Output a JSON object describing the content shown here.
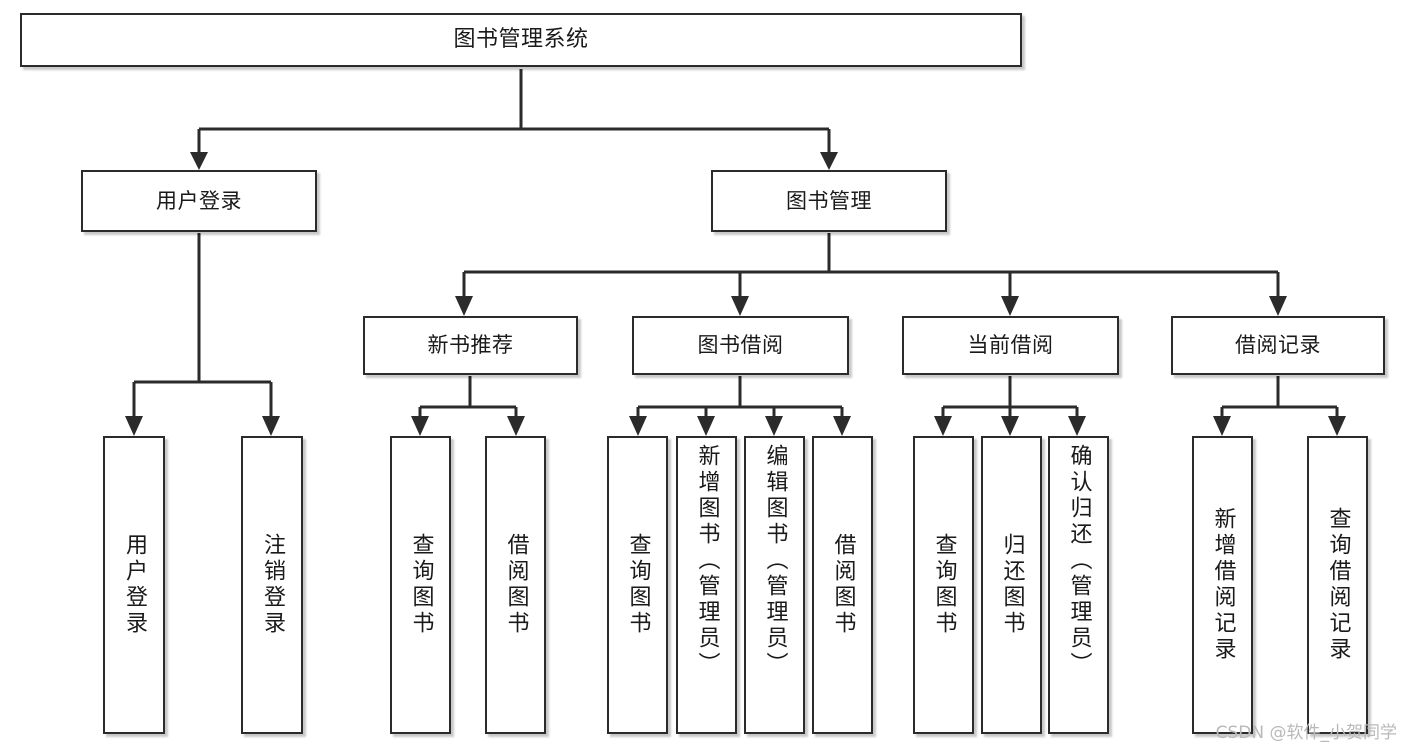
{
  "diagram": {
    "title": "图书管理系统",
    "type": "tree",
    "orientation": "top-down",
    "root": {
      "id": "root",
      "label": "图书管理系统"
    },
    "level1": [
      {
        "id": "user-login",
        "label": "用户登录"
      },
      {
        "id": "book-management",
        "label": "图书管理"
      }
    ],
    "level2": [
      {
        "id": "new-book-recommend",
        "label": "新书推荐",
        "parent": "book-management"
      },
      {
        "id": "book-borrow",
        "label": "图书借阅",
        "parent": "book-management"
      },
      {
        "id": "current-borrow",
        "label": "当前借阅",
        "parent": "book-management"
      },
      {
        "id": "borrow-record",
        "label": "借阅记录",
        "parent": "book-management"
      }
    ],
    "leaves": {
      "user-login": [
        {
          "id": "leaf-user-login",
          "label": "用户登录"
        },
        {
          "id": "leaf-user-logout",
          "label": "注销登录"
        }
      ],
      "new-book-recommend": [
        {
          "id": "leaf-query-book-1",
          "label": "查询图书"
        },
        {
          "id": "leaf-borrow-book-1",
          "label": "借阅图书"
        }
      ],
      "book-borrow": [
        {
          "id": "leaf-query-book-2",
          "label": "查询图书"
        },
        {
          "id": "leaf-add-book",
          "label": "新增图书（管理员）"
        },
        {
          "id": "leaf-edit-book",
          "label": "编辑图书（管理员）"
        },
        {
          "id": "leaf-borrow-book-2",
          "label": "借阅图书"
        }
      ],
      "current-borrow": [
        {
          "id": "leaf-query-book-3",
          "label": "查询图书"
        },
        {
          "id": "leaf-return-book",
          "label": "归还图书"
        },
        {
          "id": "leaf-confirm-return",
          "label": "确认归还（管理员）"
        }
      ],
      "borrow-record": [
        {
          "id": "leaf-add-record",
          "label": "新增借阅记录"
        },
        {
          "id": "leaf-query-record",
          "label": "查询借阅记录"
        }
      ]
    }
  },
  "watermark": {
    "text": "CSDN @软件_小贺同学"
  },
  "colors": {
    "stroke": "#2b2b2b",
    "box_fill": "#ffffff",
    "text": "#1a1a1a",
    "watermark": "#b9b9b9",
    "background": "#ffffff"
  }
}
